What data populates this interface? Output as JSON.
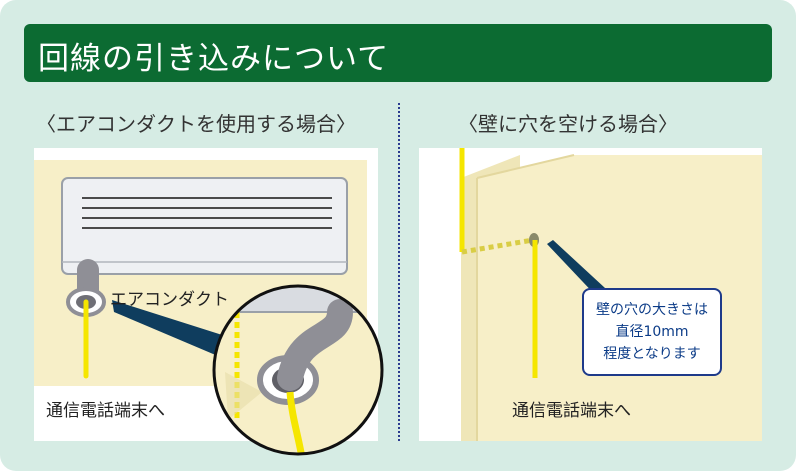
{
  "title": "回線の引き込みについて",
  "sections": {
    "left": {
      "heading": "〈エアコンダクトを使用する場合〉",
      "duct_label": "エアコンダクト",
      "terminal_label": "通信電話端末へ"
    },
    "right": {
      "heading": "〈壁に穴を空ける場合〉",
      "callout_lines": [
        "壁の穴の大きさは",
        "直径10mm",
        "程度となります"
      ],
      "terminal_label": "通信電話端末へ"
    }
  },
  "colors": {
    "background": "#d6ece4",
    "title_bar": "#0c6b32",
    "title_text": "#ffffff",
    "wall": "#f7efc8",
    "cable": "#f5e600",
    "leader": "#0f3d5e",
    "callout_border": "#1e3a8a",
    "callout_text": "#0b3b87",
    "aircon_body": "#eef0f3",
    "duct": "#9a9aa0"
  }
}
